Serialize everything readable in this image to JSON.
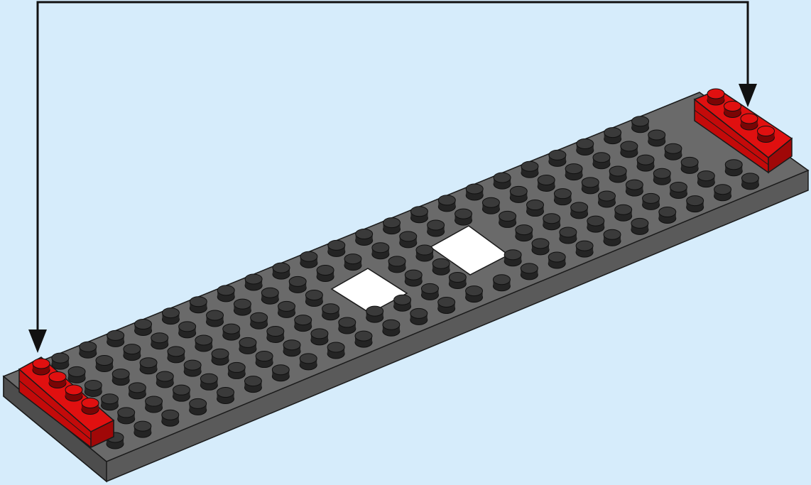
{
  "scene": {
    "background_color": "#d6ecfb",
    "baseplate": {
      "color_top": "#6a6a6a",
      "color_front": "#5a5a5a",
      "color_side": "#4d4d4d",
      "stud_top": "#3a3a3a",
      "stud_side": "#242424",
      "columns": 24,
      "rows": 6,
      "openings": 2
    },
    "red_bricks": {
      "color_top": "#e01010",
      "color_front": "#c40a0a",
      "color_side": "#a00808",
      "count": 2,
      "studs_each": 4
    },
    "arrow": {
      "color": "#111111",
      "icon": "bracket-arrow-icon"
    }
  }
}
